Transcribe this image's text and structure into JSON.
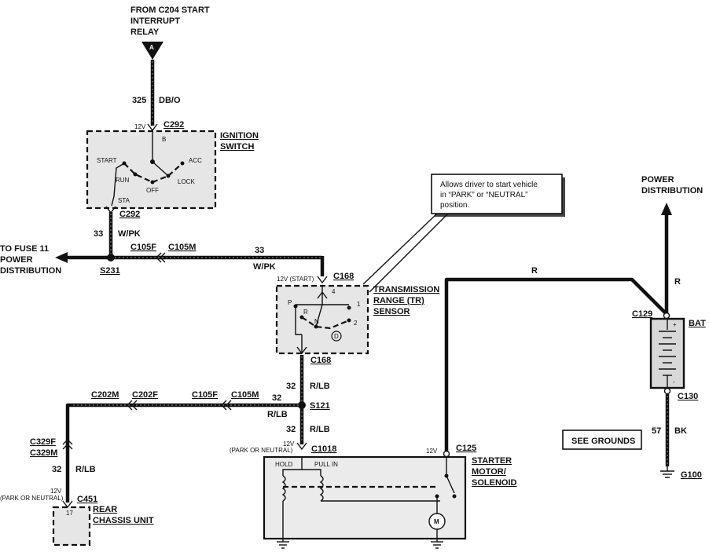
{
  "diagram": {
    "top_source": {
      "line1": "FROM C204 START",
      "line2": "INTERRUPT",
      "line3": "RELAY",
      "connector_letter": "A"
    },
    "wire_325": {
      "circuit": "325",
      "color": "DB/O"
    },
    "ignition": {
      "voltage": "12V",
      "connector_top": "C292",
      "connector_bottom": "C292",
      "title1": "IGNITION",
      "title2": "SWITCH",
      "pos_start": "START",
      "pos_run": "RUN",
      "pos_off": "OFF",
      "pos_lock": "LOCK",
      "pos_acc": "ACC",
      "term_b": "B",
      "term_sta": "STA"
    },
    "wire_33_wpk": {
      "circuit": "33",
      "color": "W/PK"
    },
    "fuse_label": {
      "line1": "TO FUSE 11",
      "line2": "POWER",
      "line3": "DISTRIBUTION"
    },
    "splice_s231": "S231",
    "conn_c105f_top": "C105F",
    "conn_c105m_top": "C105M",
    "wire_33_top": {
      "circuit": "33",
      "color": "W/PK"
    },
    "note": {
      "text1": "Allows driver to start vehicle",
      "text2": "in “PARK” or “NEUTRAL”",
      "text3": "position."
    },
    "tr_sensor": {
      "voltage": "12V (START)",
      "connector_top": "C168",
      "connector_bottom": "C168",
      "title1": "TRANSMISSION",
      "title2": "RANGE (TR)",
      "title3": "SENSOR",
      "pin4": "4",
      "pin1": "1",
      "pin2": "2",
      "pinP": "P",
      "pinR": "R",
      "pinN": "N",
      "pinD": "D"
    },
    "wire_32_rlb_a": {
      "circuit": "32",
      "color": "R/LB"
    },
    "left_branch": {
      "c202m": "C202M",
      "c202f": "C202F",
      "c105f": "C105F",
      "c105m": "C105M",
      "circuit": "32",
      "color": "R/LB"
    },
    "splice_s121": "S121",
    "wire_32_rlb_b": {
      "circuit": "32",
      "color": "R/LB"
    },
    "c1018": {
      "voltage": "12V",
      "mode": "(PARK OR NEUTRAL)",
      "connector": "C1018"
    },
    "c329": {
      "f": "C329F",
      "m": "C329M"
    },
    "wire_32_rlb_c": {
      "circuit": "32",
      "color": "R/LB"
    },
    "rear_unit": {
      "voltage": "12V",
      "mode": "(PARK OR NEUTRAL)",
      "connector": "C451",
      "pin": "17",
      "title1": "REAR",
      "title2": "CHASSIS UNIT"
    },
    "starter": {
      "voltage": "12V",
      "connector": "C125",
      "hold": "HOLD",
      "pull_in": "PULL IN",
      "motor": "M",
      "title1": "STARTER",
      "title2": "MOTOR/",
      "title3": "SOLENOID"
    },
    "wire_r_top": "R",
    "power_dist": {
      "line1": "POWER",
      "line2": "DISTRIBUTION"
    },
    "wire_r_right": "R",
    "battery": {
      "connector_top": "C129",
      "connector_bottom": "C130",
      "label": "BAT",
      "plus": "+",
      "minus": "-"
    },
    "wire_57": {
      "circuit": "57",
      "color": "BK"
    },
    "ground": "G100",
    "see_grounds": "SEE GROUNDS"
  }
}
